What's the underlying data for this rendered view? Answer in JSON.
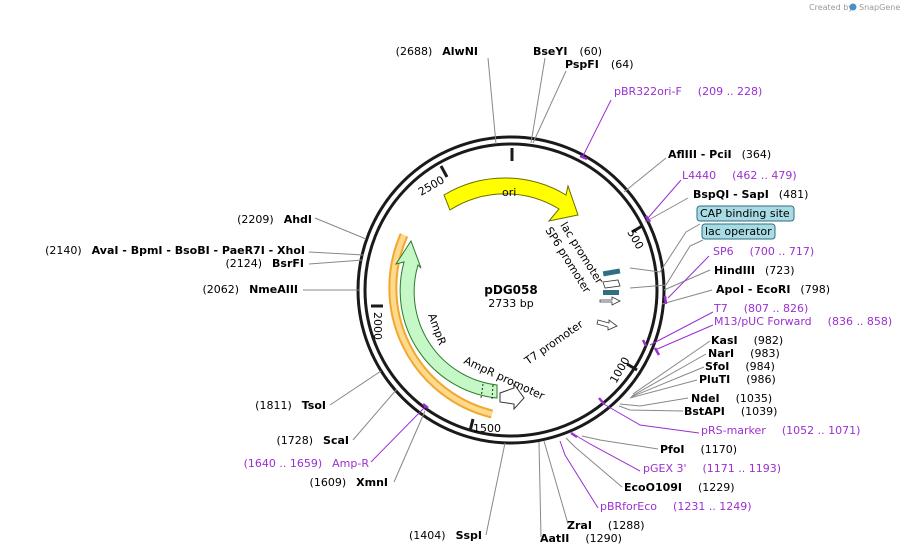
{
  "credit": {
    "created_by": "Created by",
    "brand": "SnapGene"
  },
  "plasmid": {
    "name": "pDG058",
    "length": "2733 bp"
  },
  "ticks": [
    "500",
    "1000",
    "1500",
    "2000",
    "2500"
  ],
  "features": {
    "ori": "ori",
    "ampr": "AmpR",
    "ampr_promoter": "AmpR promoter",
    "lac_promoter": "lac promoter",
    "sp6_promoter": "SP6 promoter",
    "t7_promoter": "T7 promoter"
  },
  "boxed": {
    "cap": "CAP binding site",
    "lacop": "lac operator"
  },
  "right_labels": [
    {
      "t": "AflIII  - PciI",
      "n": "(364)"
    },
    {
      "t": "BspQI  - SapI",
      "n": "(481)"
    },
    {
      "t": "HindIII",
      "n": "(723)"
    },
    {
      "t": "ApoI  - EcoRI",
      "n": "(798)"
    },
    {
      "t": "KasI",
      "n": "(982)"
    },
    {
      "t": "NarI",
      "n": "(983)"
    },
    {
      "t": "SfoI",
      "n": "(984)"
    },
    {
      "t": "PluTI",
      "n": "(986)"
    },
    {
      "t": "NdeI",
      "n": "(1035)"
    },
    {
      "t": "BstAPI",
      "n": "(1039)"
    },
    {
      "t": "PfoI",
      "n": "(1170)"
    },
    {
      "t": "EcoO109I",
      "n": "(1229)"
    },
    {
      "t": "ZraI",
      "n": "(1288)"
    },
    {
      "t": "AatII",
      "n": "(1290)"
    }
  ],
  "primers_right": [
    {
      "t": "pBR322ori-F",
      "n": "(209 .. 228)"
    },
    {
      "t": "L4440",
      "n": "(462 .. 479)"
    },
    {
      "t": "SP6",
      "n": "(700 .. 717)"
    },
    {
      "t": "T7",
      "n": "(807 .. 826)"
    },
    {
      "t": "M13/pUC Forward",
      "n": "(836 .. 858)"
    },
    {
      "t": "pRS-marker",
      "n": "(1052 .. 1071)"
    },
    {
      "t": "pGEX 3'",
      "n": "(1171 .. 1193)"
    },
    {
      "t": "pBRforEco",
      "n": "(1231 .. 1249)"
    }
  ],
  "top_labels": [
    {
      "t": "BseYI",
      "n": "(60)"
    },
    {
      "t": "PspFI",
      "n": "(64)"
    }
  ],
  "left_labels": [
    {
      "t": "AlwNI",
      "n": "(2688)"
    },
    {
      "t": "AhdI",
      "n": "(2209)"
    },
    {
      "t": "AvaI  - BpmI  - BsoBI  - PaeR7I  - XhoI",
      "n": "(2140)"
    },
    {
      "t": "BsrFI",
      "n": "(2124)"
    },
    {
      "t": "NmeAIII",
      "n": "(2062)"
    },
    {
      "t": "TsoI",
      "n": "(1811)"
    },
    {
      "t": "ScaI",
      "n": "(1728)"
    },
    {
      "t": "XmnI",
      "n": "(1609)"
    },
    {
      "t": "SspI",
      "n": "(1404)"
    }
  ],
  "primer_left": {
    "t": "Amp-R",
    "n": "(1640 .. 1659)"
  }
}
